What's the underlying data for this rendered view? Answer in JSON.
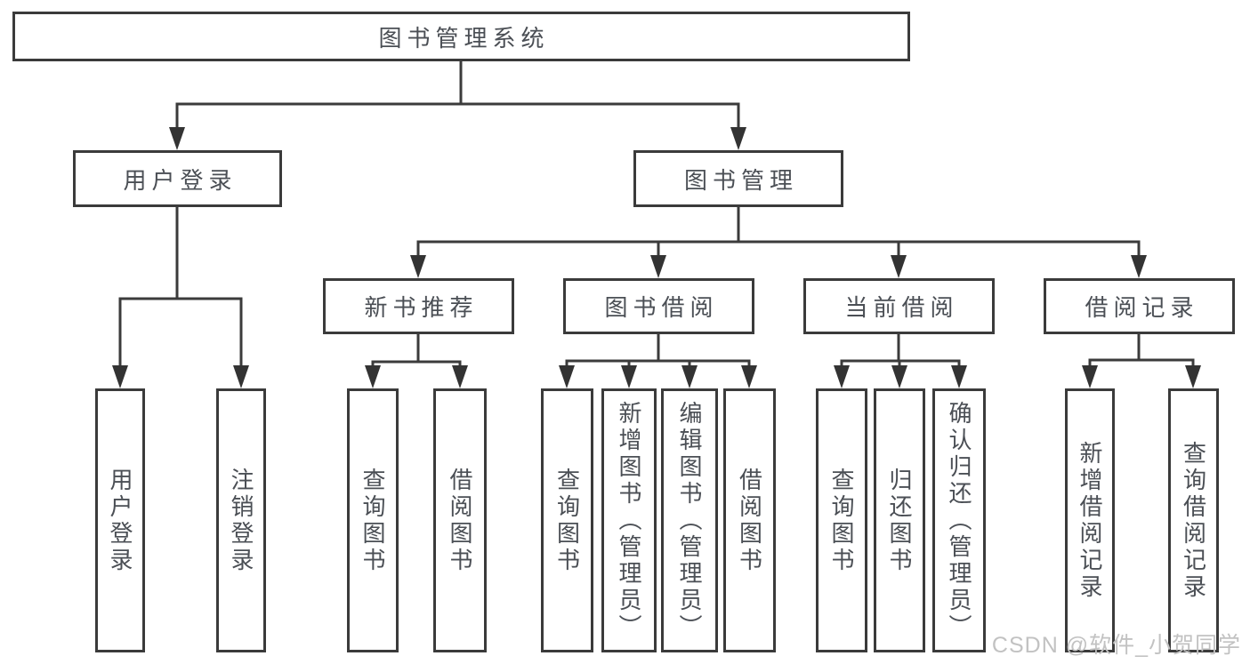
{
  "tree": {
    "root": {
      "label": "图书管理系统"
    },
    "branches": [
      {
        "label": "用户登录",
        "children": [
          {
            "label": "用户登录"
          },
          {
            "label": "注销登录"
          }
        ]
      },
      {
        "label": "图书管理",
        "groups": [
          {
            "label": "新书推荐",
            "children": [
              {
                "label": "查询图书"
              },
              {
                "label": "借阅图书"
              }
            ]
          },
          {
            "label": "图书借阅",
            "children": [
              {
                "label": "查询图书"
              },
              {
                "label": "新增图书（管理员）"
              },
              {
                "label": "编辑图书（管理员）"
              },
              {
                "label": "借阅图书"
              }
            ]
          },
          {
            "label": "当前借阅",
            "children": [
              {
                "label": "查询图书"
              },
              {
                "label": "归还图书"
              },
              {
                "label": "确认归还（管理员）"
              }
            ]
          },
          {
            "label": "借阅记录",
            "children": [
              {
                "label": "新增借阅记录"
              },
              {
                "label": "查询借阅记录"
              }
            ]
          }
        ]
      }
    ]
  },
  "watermark": {
    "text": "CSDN @软件_小贺同学"
  },
  "colors": {
    "line": "#3b3b3b",
    "box_border": "#3b3b3b",
    "text": "#4b4f55",
    "background": "#ffffff",
    "watermark": "#c2c2c2"
  }
}
